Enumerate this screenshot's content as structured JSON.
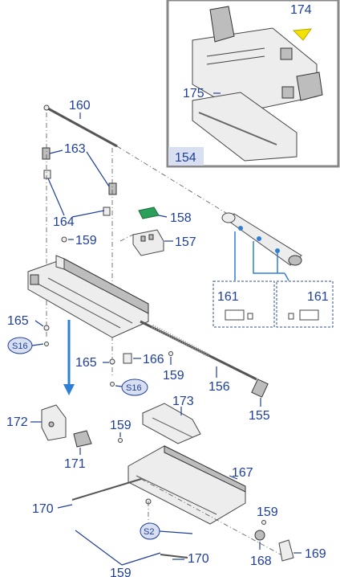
{
  "inset": {
    "label": "154",
    "labels": {
      "a": "174",
      "b": "175"
    }
  },
  "callouts": {
    "c160": "160",
    "c163": "163",
    "c164": "164",
    "c158": "158",
    "c159a": "159",
    "c157": "157",
    "c161a": "161",
    "c161b": "161",
    "c165a": "165",
    "s16a": "S16",
    "c165b": "165",
    "c166": "166",
    "c159b": "159",
    "s16b": "S16",
    "c156": "156",
    "c155": "155",
    "c172": "172",
    "c173": "173",
    "c159c": "159",
    "c171": "171",
    "c167": "167",
    "c170a": "170",
    "c159d": "159",
    "s2": "S2",
    "c169": "169",
    "c168": "168",
    "c170b": "170",
    "c159e": "159"
  },
  "colors": {
    "label": "#1f3f9a",
    "arrow": "#2f7fd6",
    "inset_border": "#888888",
    "wedge": "#f5e100",
    "pcb": "#2aa05a"
  }
}
